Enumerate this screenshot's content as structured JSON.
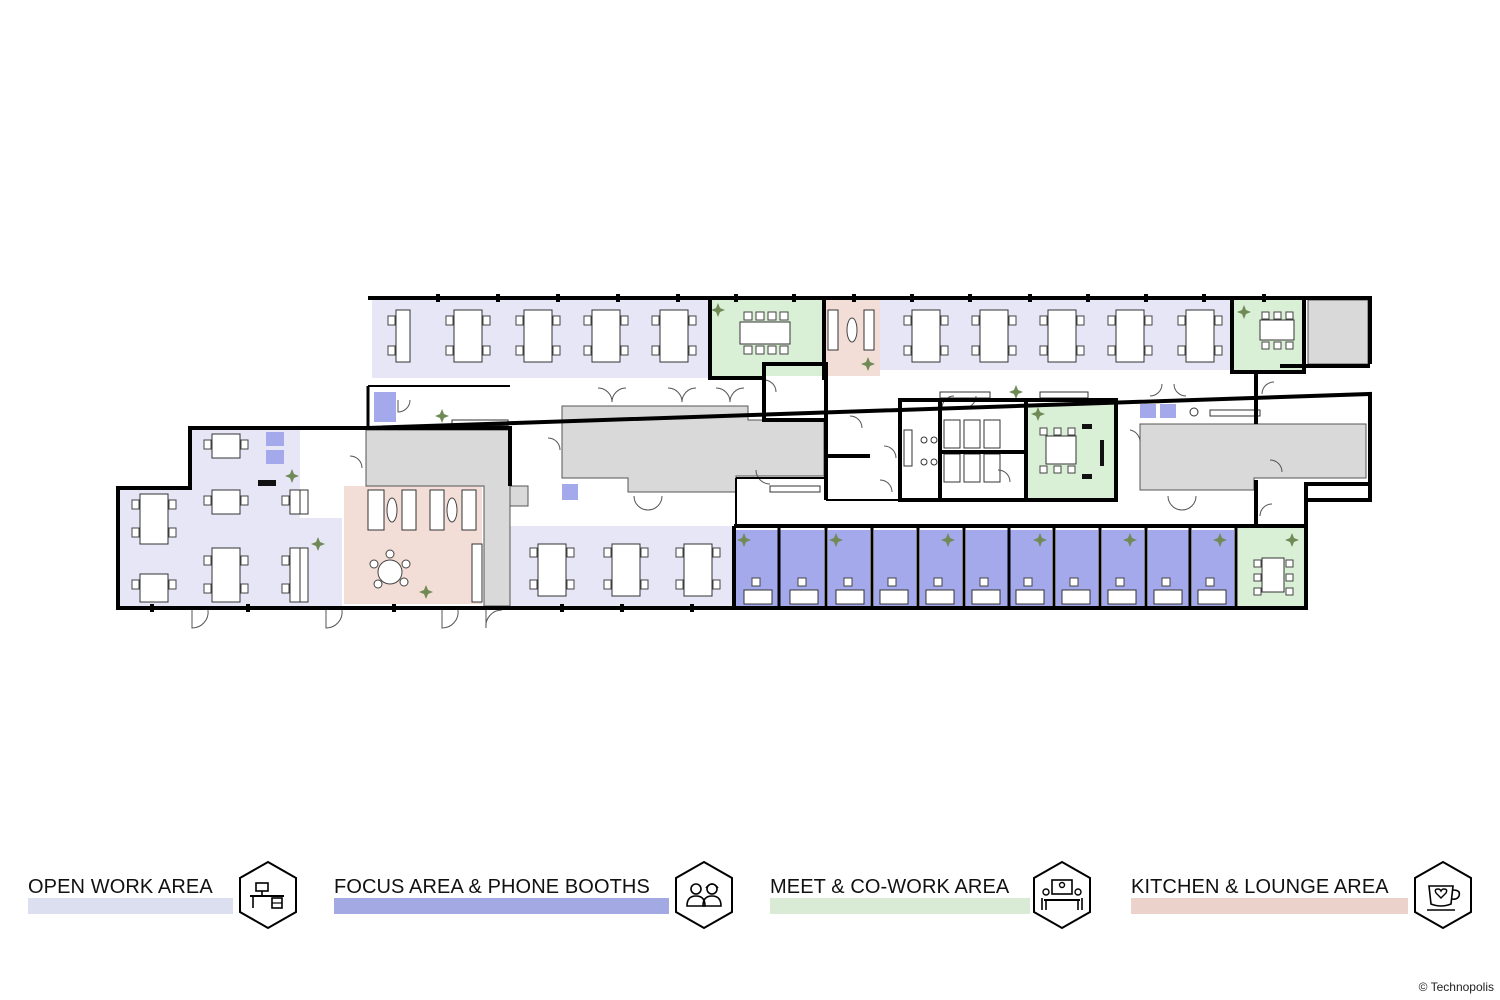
{
  "colors": {
    "open_work": "#e6e6f7",
    "focus": "#a3a9ea",
    "meet": "#daf0d6",
    "kitchen": "#f3ddd7",
    "core": "#d9d9d9",
    "wall": "#000000",
    "plant": "#6f8a55"
  },
  "legend": [
    {
      "label": "OPEN WORK AREA",
      "color": "#dcdff0",
      "icon": "desk-icon"
    },
    {
      "label": "FOCUS AREA & PHONE BOOTHS",
      "color": "#a3a9e3",
      "icon": "people-icon"
    },
    {
      "label": "MEET & CO-WORK AREA",
      "color": "#d9ebd5",
      "icon": "meeting-icon"
    },
    {
      "label": "KITCHEN & LOUNGE AREA",
      "color": "#ebd3cc",
      "icon": "coffee-heart-icon"
    }
  ],
  "copyright": "© Technopolis"
}
